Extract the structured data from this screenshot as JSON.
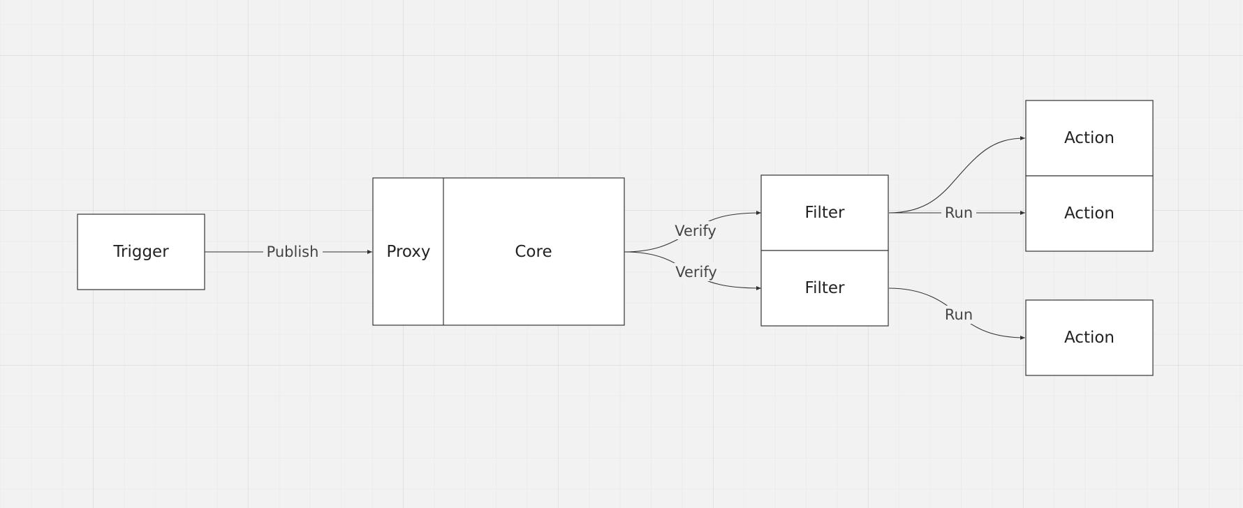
{
  "diagram": {
    "nodes": {
      "trigger": "Trigger",
      "proxy": "Proxy",
      "core": "Core",
      "filter_top": "Filter",
      "filter_bottom": "Filter",
      "action_top": "Action",
      "action_middle": "Action",
      "action_bottom": "Action"
    },
    "edges": {
      "publish": "Publish",
      "verify_top": "Verify",
      "verify_bottom": "Verify",
      "run_top": "Run",
      "run_bottom": "Run"
    }
  },
  "colors": {
    "background": "#f2f2f2",
    "node_fill": "#ffffff",
    "stroke": "#333333"
  }
}
